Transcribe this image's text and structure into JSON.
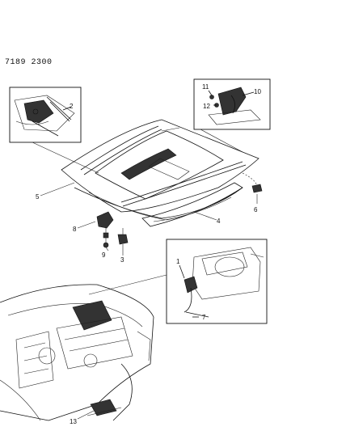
{
  "diagram_code": "7189 2300",
  "callouts": {
    "c1": "1",
    "c2": "2",
    "c3": "3",
    "c4": "4",
    "c5": "5",
    "c6": "6",
    "c7": "7",
    "c8": "8",
    "c9": "9",
    "c10": "10",
    "c11": "11",
    "c12": "12",
    "c13": "13"
  }
}
